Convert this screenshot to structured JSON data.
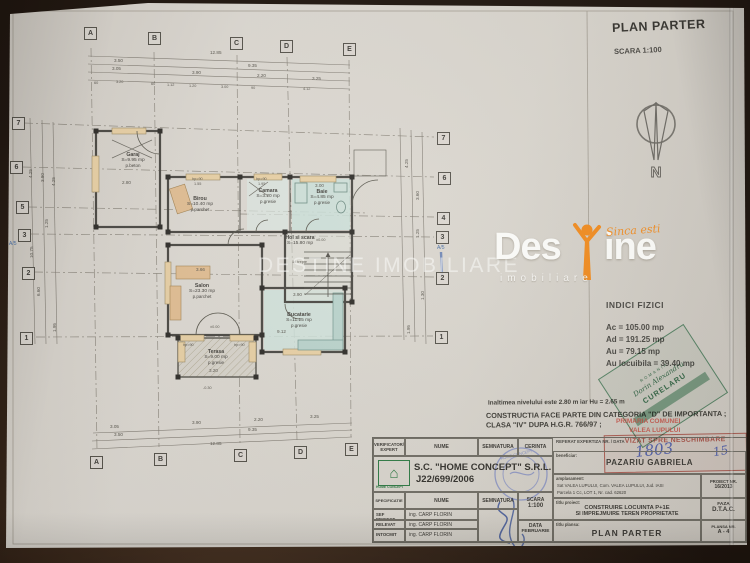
{
  "sheet": {
    "title": "PLAN PARTER",
    "scale": "SCARA 1:100",
    "north": "N"
  },
  "watermark": "DESTINE IMOBILIARE",
  "logo": {
    "part1": "Des",
    "part2": "ine",
    "sub": "imobiliare",
    "tagline": "Sinca esti"
  },
  "colors": {
    "logo_orange": "#f08a1d",
    "stamp_green": "#2e7d4f",
    "stamp_red": "#c2473c",
    "stamp_blue": "#3d55a8",
    "pen_blue": "#27418f"
  },
  "indici": {
    "heading": "INDICI FIZICI",
    "lines": [
      "Ac = 105.00 mp",
      "Ad = 191.25 mp",
      "Au = 79.15 mp",
      "Au locuibila = 39.40 mp"
    ]
  },
  "notes": {
    "l1": "Inaltimea nivelului este 2.80 m  iar Hu = 2.65 m",
    "l2": "CONSTRUCTIA FACE PARTE DIN CATEGORIA \"D\" DE IMPORTANTA ;",
    "l3": "CLASA \"IV\" DUPA H.G.R. 766/97 ;"
  },
  "stamps": {
    "architect": {
      "top": "ROMANIA",
      "name1": "Dorin Alexandru",
      "name2": "CURELARU"
    },
    "primarie1": "PRIMARIA COMUNEI",
    "primarie2": "VALEA LUPULUI",
    "vizat": "VIZAT SPRE NESCHIMBARE",
    "hw1": "1803",
    "hw2": "15",
    "round_text": "HOME CONCEPT"
  },
  "grid": {
    "top": [
      "A",
      "B",
      "C",
      "D",
      "E"
    ],
    "bottom": [
      "A",
      "B",
      "C",
      "D",
      "E"
    ],
    "left": [
      "7",
      "6",
      "5",
      "3",
      "2",
      "1"
    ],
    "right": [
      "7",
      "6",
      "4",
      "3",
      "2",
      "1"
    ],
    "axis_note": "A/5"
  },
  "dims": {
    "overall": "12.85",
    "top_row2": [
      "3.50",
      "9.35"
    ],
    "top_row3": [
      "3.05",
      "3.90",
      "2.20",
      "3.25"
    ],
    "top_row4": [
      "60",
      "3.20",
      "60",
      "1.12",
      "1.20",
      "3.00",
      "90",
      "4.12"
    ],
    "left_col": [
      "4.25",
      "3.80",
      "4.25",
      "1.25",
      "10.75",
      "6.60",
      "1.95"
    ],
    "right_col": [
      "4.25",
      "3.60",
      "1.25",
      "1.30",
      "1.95"
    ]
  },
  "rooms": [
    {
      "name": "Garaj",
      "area": "S=9.95 mp",
      "floor": "p.beton"
    },
    {
      "name": "Birou",
      "area": "S=10.40 mp",
      "floor": "p.parchet"
    },
    {
      "name": "Camara",
      "area": "S=3.20 mp",
      "floor": "p.gresie"
    },
    {
      "name": "Baie",
      "area": "S=4.85 mp",
      "floor": "p.gresie"
    },
    {
      "name": "Hol si scara",
      "area": "S=15.80 mp",
      "floor": "p.gresie"
    },
    {
      "name": "Salon",
      "area": "S=23.30 mp",
      "floor": "p.parchet"
    },
    {
      "name": "Bucatarie",
      "area": "S=11.25 mp",
      "floor": "p.gresie"
    },
    {
      "name": "Terasa",
      "area": "S=9.00 mp",
      "floor": "p.gresie"
    }
  ],
  "plan_notes": {
    "trepte": "14 trepte",
    "level0": "±0.00",
    "level_terasa": "-0.30",
    "hp": "hp=90",
    "w1": "1.55",
    "w2": "1.95",
    "d_baie": "3.00",
    "d_salon": "3.66",
    "d_buc": "3.90",
    "d_terasa": "3.20",
    "d_garaj": "2.80",
    "d_right": "9.12"
  },
  "titleblock": {
    "h_verificator": "VERIFICATOR/ EXPERT",
    "h_nume": "NUME",
    "h_semnatura": "SEMNATURA",
    "h_cerinta": "CERINTA",
    "h_referat": "REFERAT EXPERTIZA NR. / DATA",
    "firm": "S.C. \"HOME CONCEPT\" S.R.L.",
    "firm_reg": "J22/699/2006",
    "logo_caption": "HOME CONCEPT",
    "logo_glyph": "⌂",
    "beneficiar_label": "beneficiar:",
    "beneficiar": "PAZARIU GABRIELA",
    "amplasament_label": "amplasament:",
    "amplasament1": "Sat VALEA LUPULUI, Com. VALEA LUPULUI, Jud. IASI",
    "amplasament2": "Parcela 1 Cc, LOT 1, Nr. cad. 62620",
    "proiect_label": "PROIECT NR.",
    "proiect_nr": "16/2013",
    "h_specificatie": "SPECIFICATIE",
    "scara_label": "SCARA",
    "scara_val": "1:100",
    "row1_spec": "SEF PROIECT",
    "row1_nume": "ing. CARP FLORIN",
    "row2_spec": "RELEVAT",
    "row2_nume": "ing. CARP FLORIN",
    "row3_spec": "INTOCMIT",
    "row3_nume": "ing. CARP FLORIN",
    "data_label": "DATA",
    "data_val": "FEBRUARIE",
    "titlu_proiect_label": "titlu proiect:",
    "titlu_proiect1": "CONSTRUIRE LOCUINTA P+1E",
    "titlu_proiect2": "SI IMPREJMUIRE TEREN PROPRIETATE",
    "faza_label": "FAZA",
    "faza_val": "D.T.A.C.",
    "titlu_plansa_label": "titlu plansa:",
    "titlu_plansa": "PLAN PARTER",
    "plansa_label": "PLANSA NR.",
    "plansa_val": "A - 4"
  }
}
